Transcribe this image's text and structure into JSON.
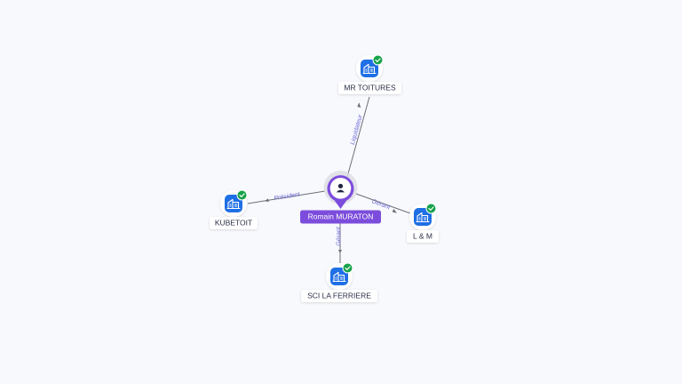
{
  "graph": {
    "colors": {
      "person_accent": "#7c4ddc",
      "company_icon_bg": "#1f6fe5",
      "verified_badge": "#16a34a",
      "edge_label": "#6c6ad6",
      "edge_line": "#6e6e78",
      "background": "#f8f9fd"
    },
    "center": {
      "name": "Romain MURATON",
      "icon": "person-icon"
    },
    "companies": [
      {
        "name": "MR TOITURES",
        "icon": "building-icon",
        "verified": true
      },
      {
        "name": "KUBETOIT",
        "icon": "building-icon",
        "verified": true
      },
      {
        "name": "L & M",
        "icon": "building-icon",
        "verified": true
      },
      {
        "name": "SCI LA FERRIERE",
        "icon": "building-icon",
        "verified": true
      }
    ],
    "edges": [
      {
        "target": "MR TOITURES",
        "role": "Liquidateur"
      },
      {
        "target": "KUBETOIT",
        "role": "Président"
      },
      {
        "target": "L & M",
        "role": "Gérant"
      },
      {
        "target": "SCI LA FERRIERE",
        "role": "Gérant"
      }
    ]
  }
}
